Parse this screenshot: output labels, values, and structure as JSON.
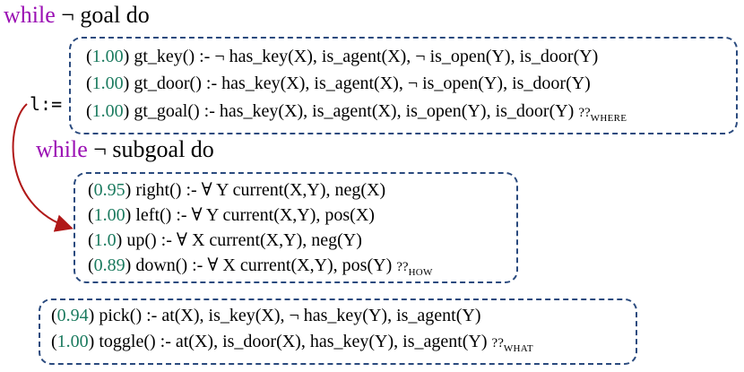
{
  "outer_loop": {
    "keyword": "while",
    "condition": "¬ goal do"
  },
  "assign_label": "l:=",
  "goal_rules": [
    {
      "weight": "1.00",
      "text": "gt_key() :- ¬ has_key(X), is_agent(X), ¬ is_open(Y), is_door(Y)"
    },
    {
      "weight": "1.00",
      "text": "gt_door() :- has_key(X), is_agent(X), ¬ is_open(Y), is_door(Y)"
    },
    {
      "weight": "1.00",
      "text": "gt_goal() :- has_key(X), is_agent(X), is_open(Y), is_door(Y)"
    }
  ],
  "goal_tag": {
    "q": "??",
    "sub": "WHERE"
  },
  "inner_loop": {
    "keyword": "while",
    "condition": "¬ subgoal do"
  },
  "move_rules": [
    {
      "weight": "0.95",
      "text": "right() :- ∀ Y current(X,Y), neg(X)"
    },
    {
      "weight": "1.00",
      "text": "left() :- ∀ Y current(X,Y), pos(X)"
    },
    {
      "weight": "1.0",
      "text": "up() :- ∀ X current(X,Y), neg(Y)"
    },
    {
      "weight": "0.89",
      "text": "down() :- ∀ X current(X,Y), pos(Y)"
    }
  ],
  "move_tag": {
    "q": "??",
    "sub": "HOW"
  },
  "action_rules": [
    {
      "weight": "0.94",
      "text": "pick() :- at(X), is_key(X), ¬ has_key(Y), is_agent(Y)"
    },
    {
      "weight": "1.00",
      "text": "toggle() :- at(X), is_door(X), has_key(Y), is_agent(Y)"
    }
  ],
  "action_tag": {
    "q": "??",
    "sub": "WHAT"
  },
  "colors": {
    "keyword": "#9b10b4",
    "weight": "#1a7a5e",
    "box_border": "#2a4a7e",
    "arrow": "#b01818"
  }
}
